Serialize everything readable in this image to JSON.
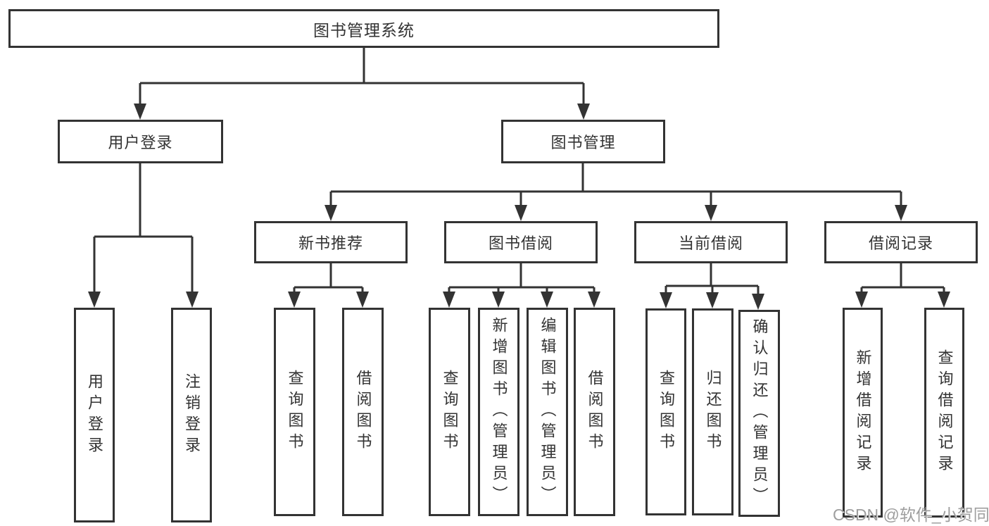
{
  "nodes": {
    "root": "图书管理系统",
    "user_login": "用户登录",
    "book_mgmt": "图书管理",
    "new_book": "新书推荐",
    "book_borrow": "图书借阅",
    "current_borrow": "当前借阅",
    "borrow_records": "借阅记录"
  },
  "leaves": {
    "user_login": [
      "用户登录",
      "注销登录"
    ],
    "new_book": [
      "查询图书",
      "借阅图书"
    ],
    "book_borrow": [
      "查询图书",
      "新增图书（管理员）",
      "编辑图书（管理员）",
      "借阅图书"
    ],
    "current_borrow": [
      "查询图书",
      "归还图书",
      "确认归还（管理员）"
    ],
    "borrow_records": [
      "新增借阅记录",
      "查询借阅记录"
    ]
  },
  "watermark": "CSDN @软件_小贺同学",
  "colors": {
    "line": "#333333",
    "text": "#333333",
    "watermark": "#9e9e9e"
  }
}
